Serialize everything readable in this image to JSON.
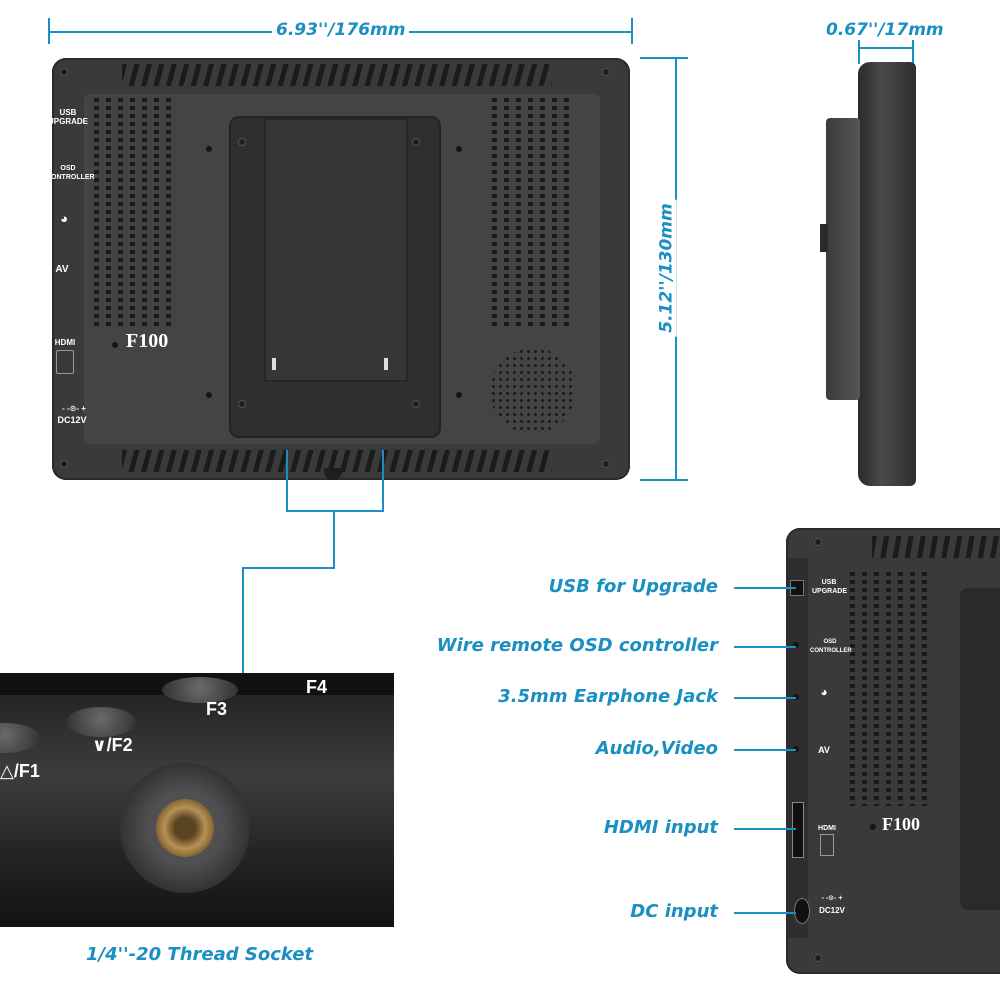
{
  "dimensions": {
    "width": "6.93''/176mm",
    "height": "5.12''/130mm",
    "depth": "0.67''/17mm"
  },
  "monitor": {
    "model": "F100",
    "port_labels": {
      "usb_line1": "USB",
      "usb_line2": "UPGRADE",
      "osd_line1": "OSD",
      "osd_line2": "CONTROLLER",
      "av": "AV",
      "hdmi": "HDMI",
      "dc_symbol": "- -⊙- +",
      "dc": "DC12V"
    }
  },
  "buttons": {
    "f1": "△/F1",
    "f2": "∨/F2",
    "f3": "F3",
    "f4": "F4"
  },
  "callouts": {
    "usb": "USB for Upgrade",
    "osd": "Wire remote OSD controller",
    "earphone": "3.5mm Earphone Jack",
    "av": "Audio,Video",
    "hdmi": "HDMI input",
    "dc": "DC input",
    "thread": "1/4''-20 Thread Socket"
  },
  "colors": {
    "accent": "#1a8fc3",
    "body": "#3a3a3c"
  }
}
